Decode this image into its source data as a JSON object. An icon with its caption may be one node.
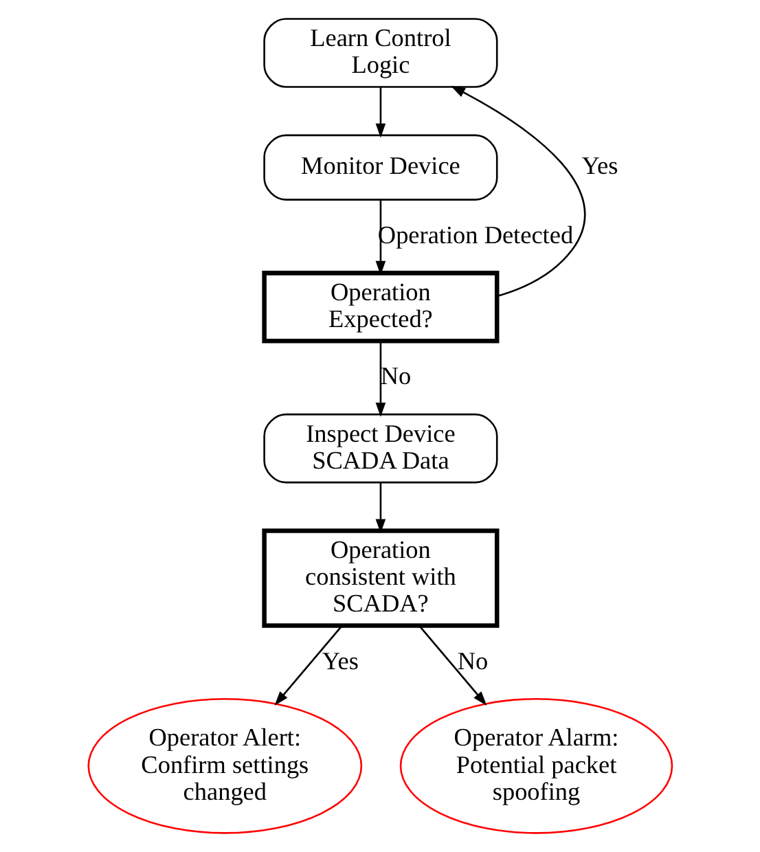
{
  "diagram": {
    "nodes": [
      {
        "text": [
          "Learn Control Logic"
        ]
      },
      {
        "text": [
          "Monitor Device"
        ]
      },
      {
        "text": [
          "Operation Expected?"
        ]
      },
      {
        "text": [
          "Inspect Device SCADA Data"
        ]
      },
      {
        "text": [
          "Operation consistent with SCADA?"
        ]
      },
      {
        "text": [
          "Operator Alert: Confirm settings changed"
        ]
      },
      {
        "text": [
          "Operator Alarm: Potential packet spoofing"
        ]
      }
    ],
    "edges": [
      {
        "from": 0,
        "to": 1,
        "arrow": "to"
      },
      {
        "from": 1,
        "to": 2,
        "arrow": "to",
        "label": "Operation Detected"
      },
      {
        "from": 2,
        "to": 0,
        "arrow": "to",
        "label": "Yes"
      },
      {
        "from": 2,
        "to": 3,
        "arrow": "to",
        "label": "No"
      },
      {
        "from": 3,
        "to": 4,
        "arrow": "to"
      },
      {
        "from": 4,
        "to": 5,
        "arrow": "to",
        "label": "Yes"
      },
      {
        "from": 4,
        "to": 6,
        "arrow": "to",
        "label": "No"
      }
    ]
  }
}
